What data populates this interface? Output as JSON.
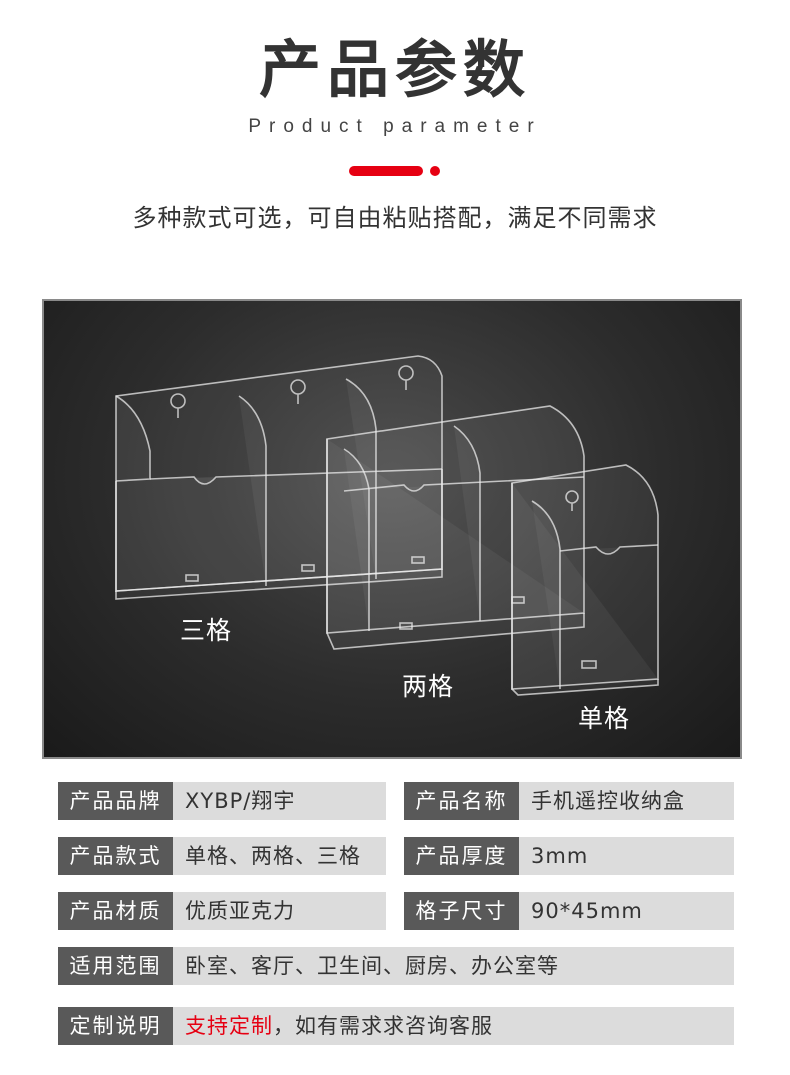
{
  "header": {
    "title": "产品参数",
    "subtitle": "Product parameter",
    "tagline": "多种款式可选，可自由粘贴搭配，满足不同需求",
    "accent_color": "#e60012"
  },
  "photo": {
    "labels": {
      "three": "三格",
      "two": "两格",
      "single": "单格"
    }
  },
  "specs": {
    "brand": {
      "label": "产品品牌",
      "value": "XYBP/翔宇"
    },
    "name": {
      "label": "产品名称",
      "value": "手机遥控收纳盒"
    },
    "style": {
      "label": "产品款式",
      "value": "单格、两格、三格"
    },
    "thickness": {
      "label": "产品厚度",
      "value": "3mm"
    },
    "material": {
      "label": "产品材质",
      "value": "优质亚克力"
    },
    "size": {
      "label": "格子尺寸",
      "value": "90*45mm"
    },
    "scope": {
      "label": "适用范围",
      "value": "卧室、客厅、卫生间、厨房、办公室等"
    },
    "custom": {
      "label": "定制说明",
      "highlight": "支持定制",
      "value": "，如有需求求咨询客服"
    }
  }
}
